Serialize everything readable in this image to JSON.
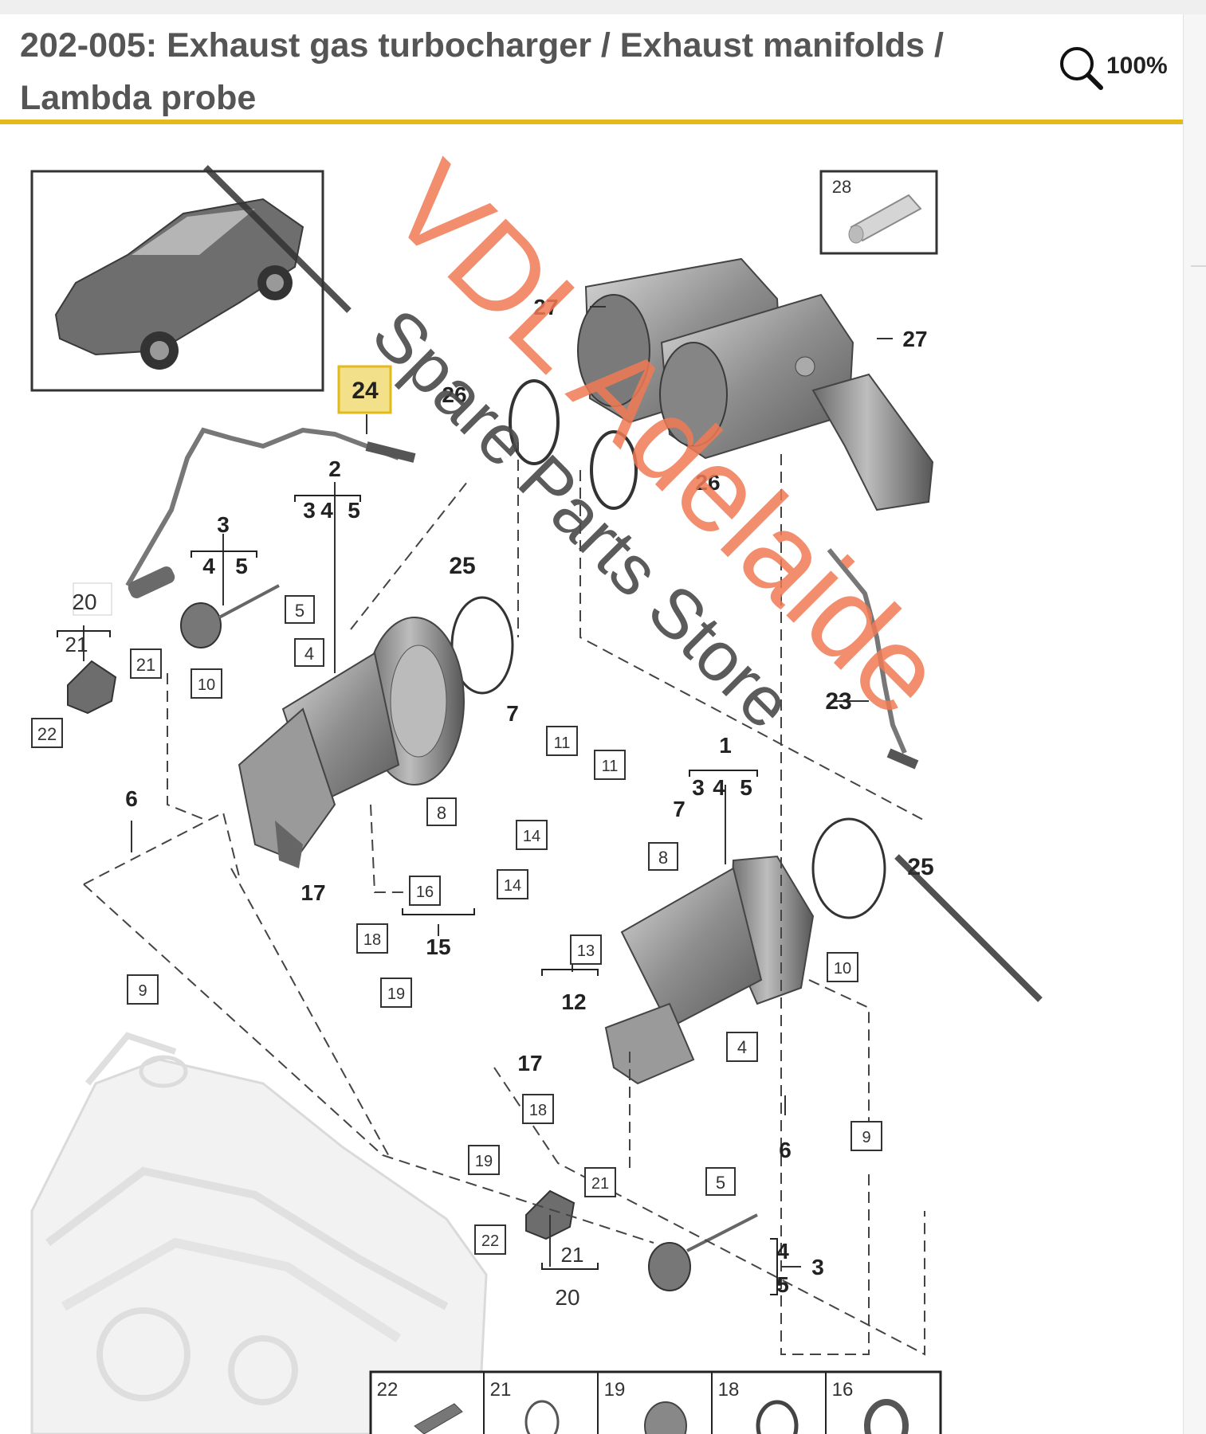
{
  "header": {
    "title": "202-005: Exhaust gas turbocharger / Exhaust manifolds / Lambda probe",
    "zoom_label": "100%",
    "accent_color": "#e2ba1c"
  },
  "watermark": {
    "line1": "VDL Adelaide",
    "line2": "Spare Parts Store"
  },
  "callouts": {
    "c1": "1",
    "c2": "2",
    "c3a": "3",
    "c3b": "3",
    "c4a": "4",
    "c4b": "4",
    "c4c": "4",
    "c4d": "4",
    "c4e": "4",
    "c4f": "4",
    "c5a": "5",
    "c5b": "5",
    "c5c": "5",
    "c5d": "5",
    "c5e": "5",
    "c5f": "5",
    "c6a": "6",
    "c6b": "6",
    "c7a": "7",
    "c7b": "7",
    "c8a": "8",
    "c8b": "8",
    "c9a": "9",
    "c9b": "9",
    "c10a": "10",
    "c10b": "10",
    "c11a": "11",
    "c11b": "11",
    "c12": "12",
    "c13": "13",
    "c14a": "14",
    "c14b": "14",
    "c15": "15",
    "c16": "16",
    "c17a": "17",
    "c17b": "17",
    "c18a": "18",
    "c18b": "18",
    "c19a": "19",
    "c19b": "19",
    "c20a": "20",
    "c20b": "20",
    "c21a": "21",
    "c21b": "21",
    "c21c": "21",
    "c21d": "21",
    "c22a": "22",
    "c22b": "22",
    "c23": "23",
    "c24": "24",
    "c25a": "25",
    "c25b": "25",
    "c26a": "26",
    "c26b": "26",
    "c27a": "27",
    "c27b": "27",
    "c28": "28"
  },
  "detail_strip": [
    "22",
    "21",
    "19",
    "18",
    "16"
  ]
}
